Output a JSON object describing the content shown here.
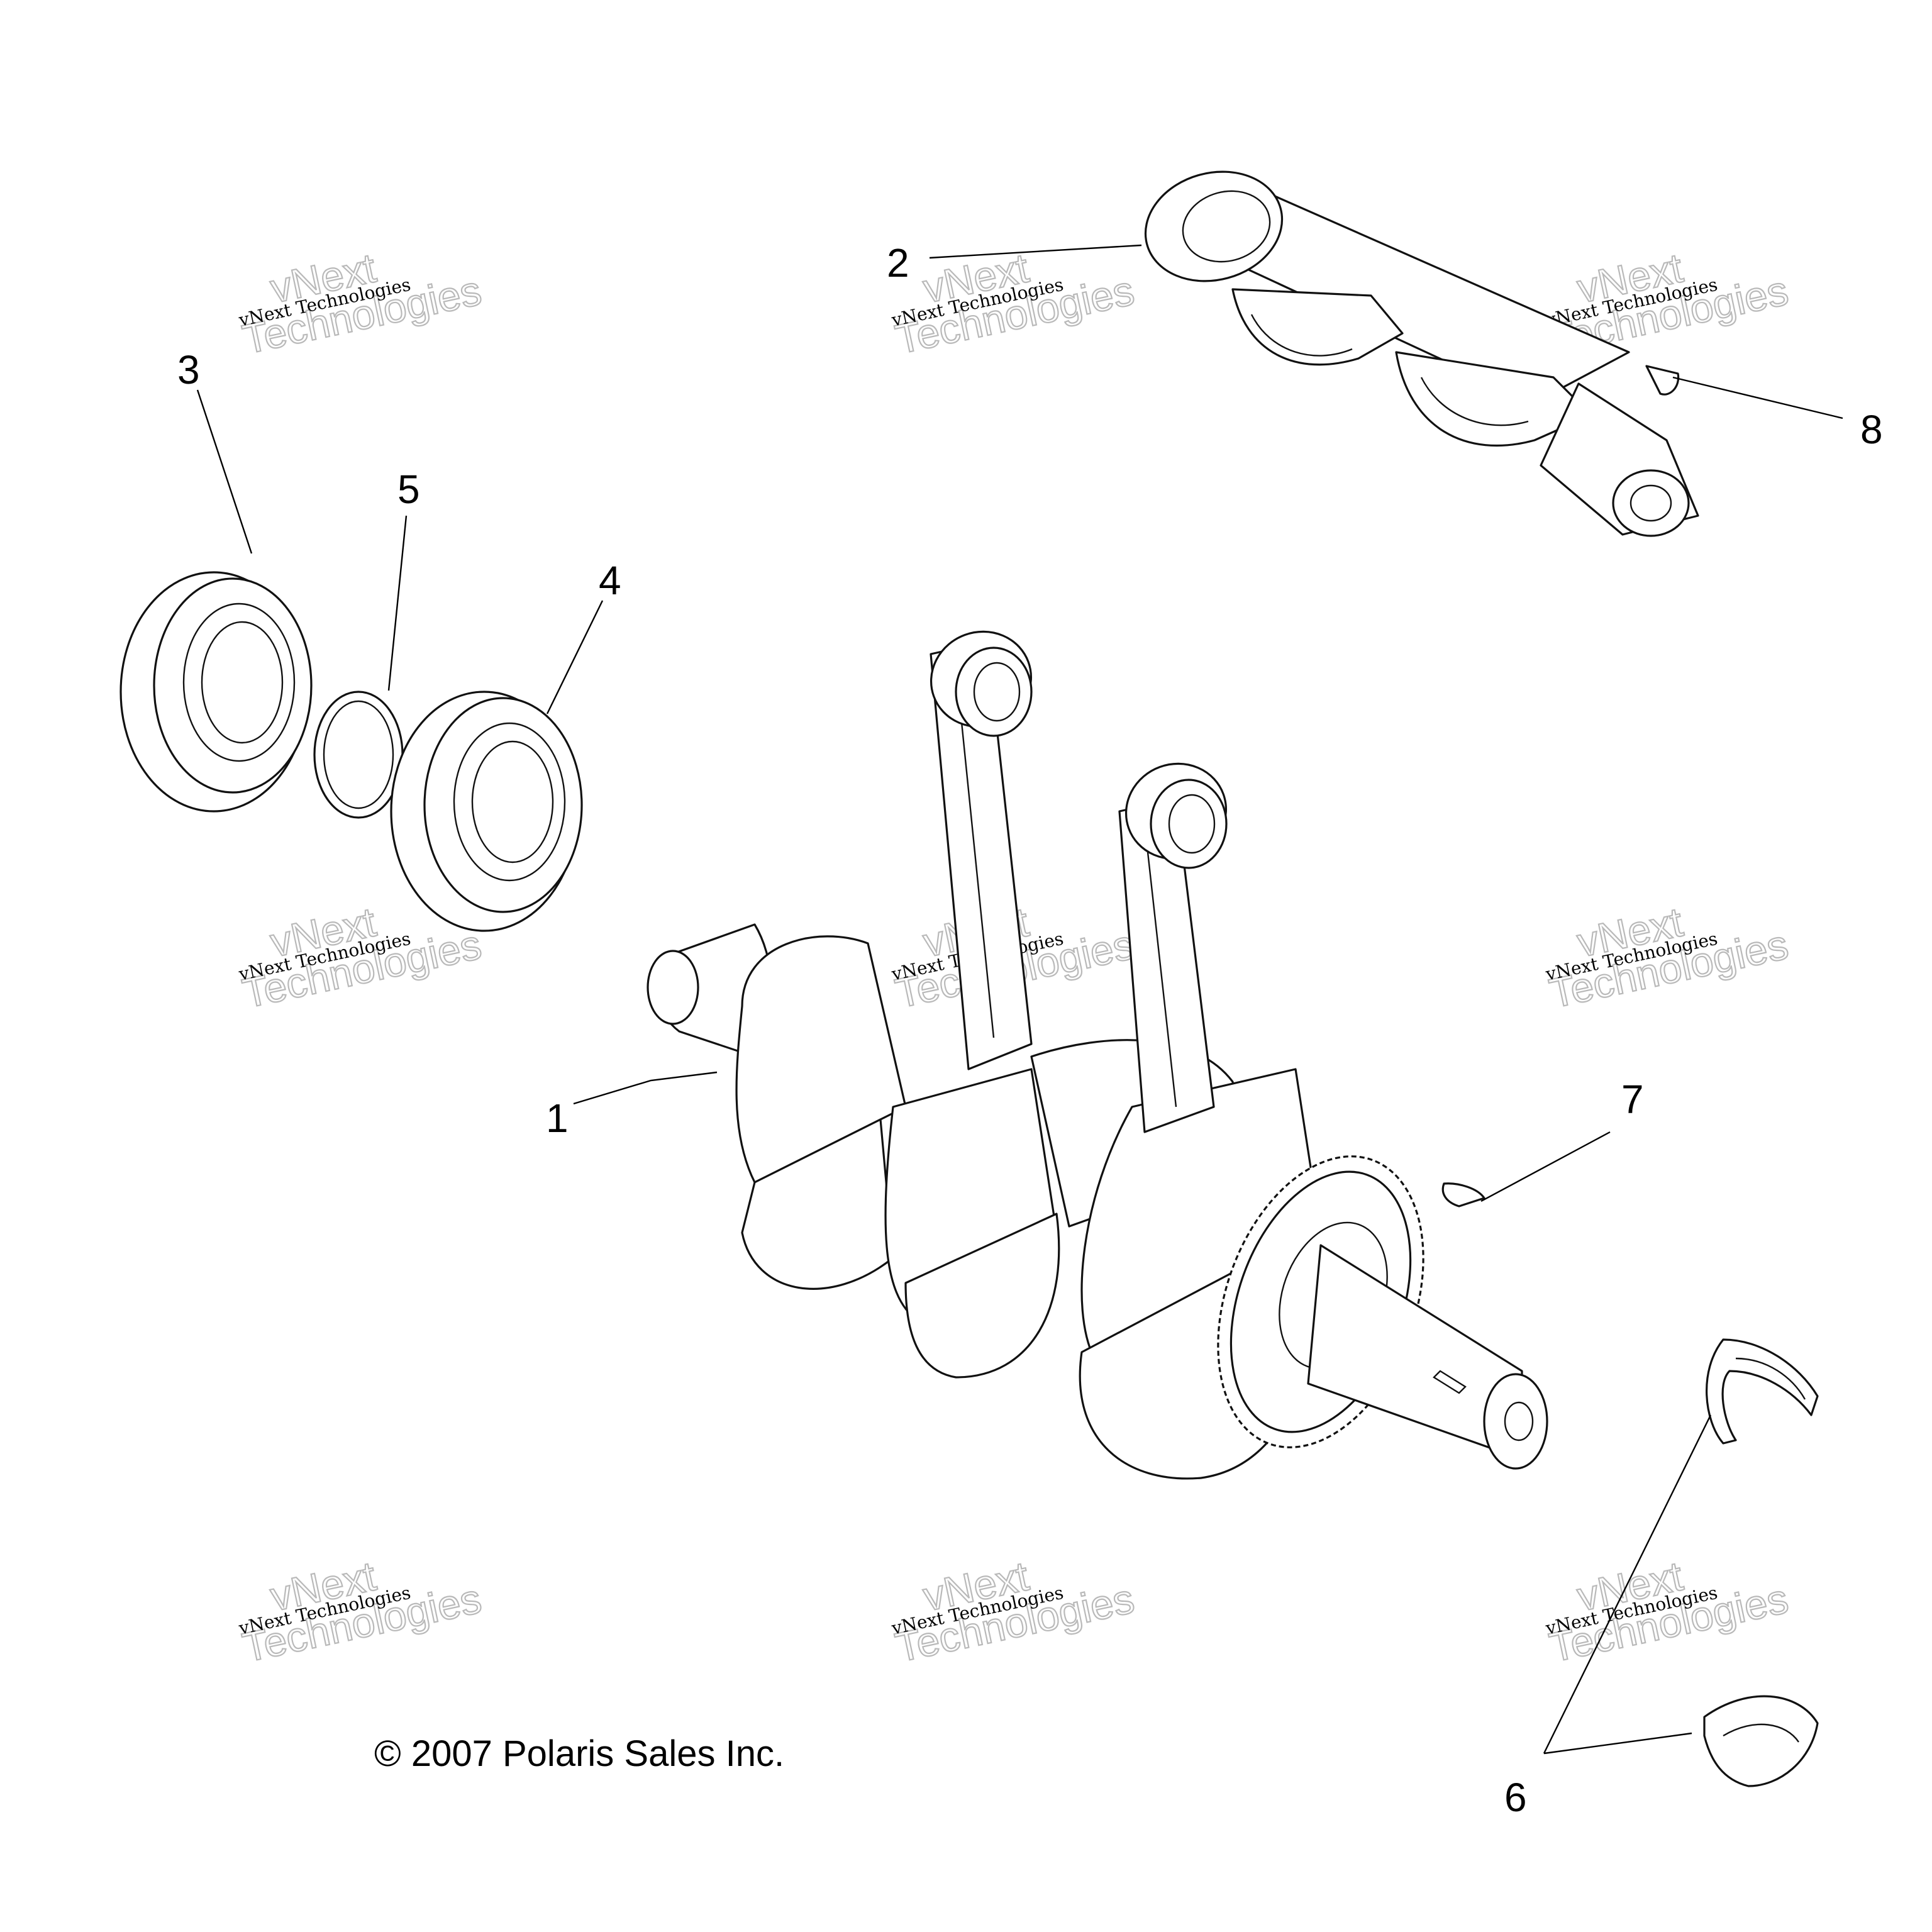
{
  "callouts": [
    "1",
    "2",
    "3",
    "4",
    "5",
    "6",
    "7",
    "8"
  ],
  "copyright": "© 2007 Polaris Sales Inc.",
  "watermark": {
    "line1": "vNext Technologies",
    "line2": "Technologies",
    "line3": "vNext"
  },
  "colors": {
    "ink": "#000000",
    "watermark": "#b9b9b9",
    "background": "#ffffff"
  }
}
